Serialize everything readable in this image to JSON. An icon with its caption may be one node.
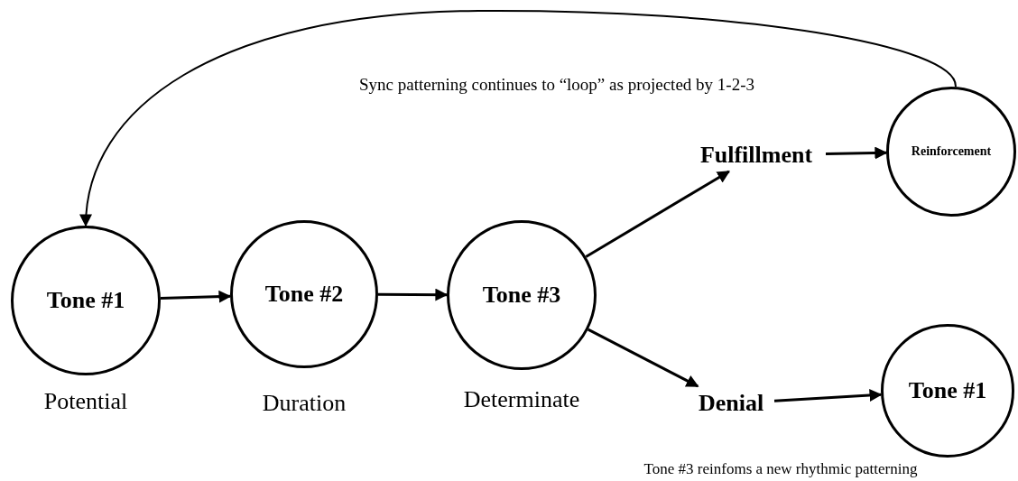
{
  "diagram": {
    "nodes": [
      {
        "text": [
          "Tone #1"
        ],
        "beside": [
          "Potential"
        ]
      },
      {
        "text": [
          "Tone #2"
        ],
        "beside": [
          "Duration"
        ]
      },
      {
        "text": [
          "Tone #3"
        ],
        "beside": [
          "Determinate"
        ]
      },
      {
        "text": [
          "Fulfillment"
        ]
      },
      {
        "text": [
          "Reinforcement"
        ]
      },
      {
        "text": [
          "Denial"
        ]
      },
      {
        "text": [
          "Tone #1"
        ]
      }
    ],
    "edges": [
      {
        "from": 0,
        "to": 1,
        "arrow": "to"
      },
      {
        "from": 1,
        "to": 2,
        "arrow": "to"
      },
      {
        "from": 2,
        "to": 3,
        "arrow": "to"
      },
      {
        "from": 3,
        "to": 4,
        "arrow": "to"
      },
      {
        "from": 2,
        "to": 5,
        "arrow": "to"
      },
      {
        "from": 5,
        "to": 6,
        "arrow": "to"
      },
      {
        "from": 4,
        "to": 0,
        "arrow": "to"
      }
    ],
    "labels": [
      "Sync patterning continues to “loop” as projected by 1-2-3",
      "Tone #3 reinfoms a new rhythmic patterning"
    ]
  }
}
